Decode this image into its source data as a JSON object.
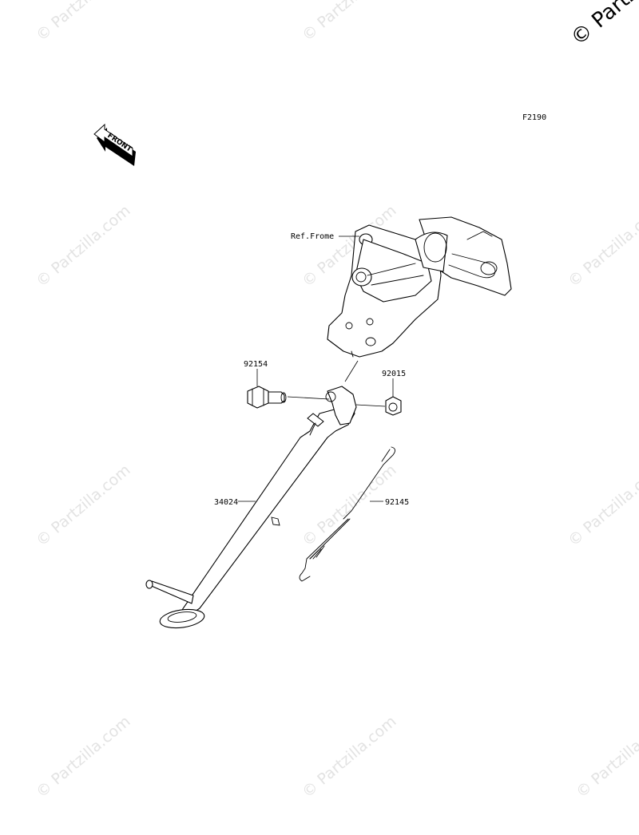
{
  "diagram": {
    "figure_code": "F2190",
    "front_arrow_text": "FRONT",
    "watermark_text": "© Partzilla.com",
    "corner_watermark_text": "© Partz",
    "ref_label": "Ref.Frome",
    "parts": [
      {
        "number": "92154"
      },
      {
        "number": "92015"
      },
      {
        "number": "34024"
      },
      {
        "number": "92145"
      }
    ]
  }
}
